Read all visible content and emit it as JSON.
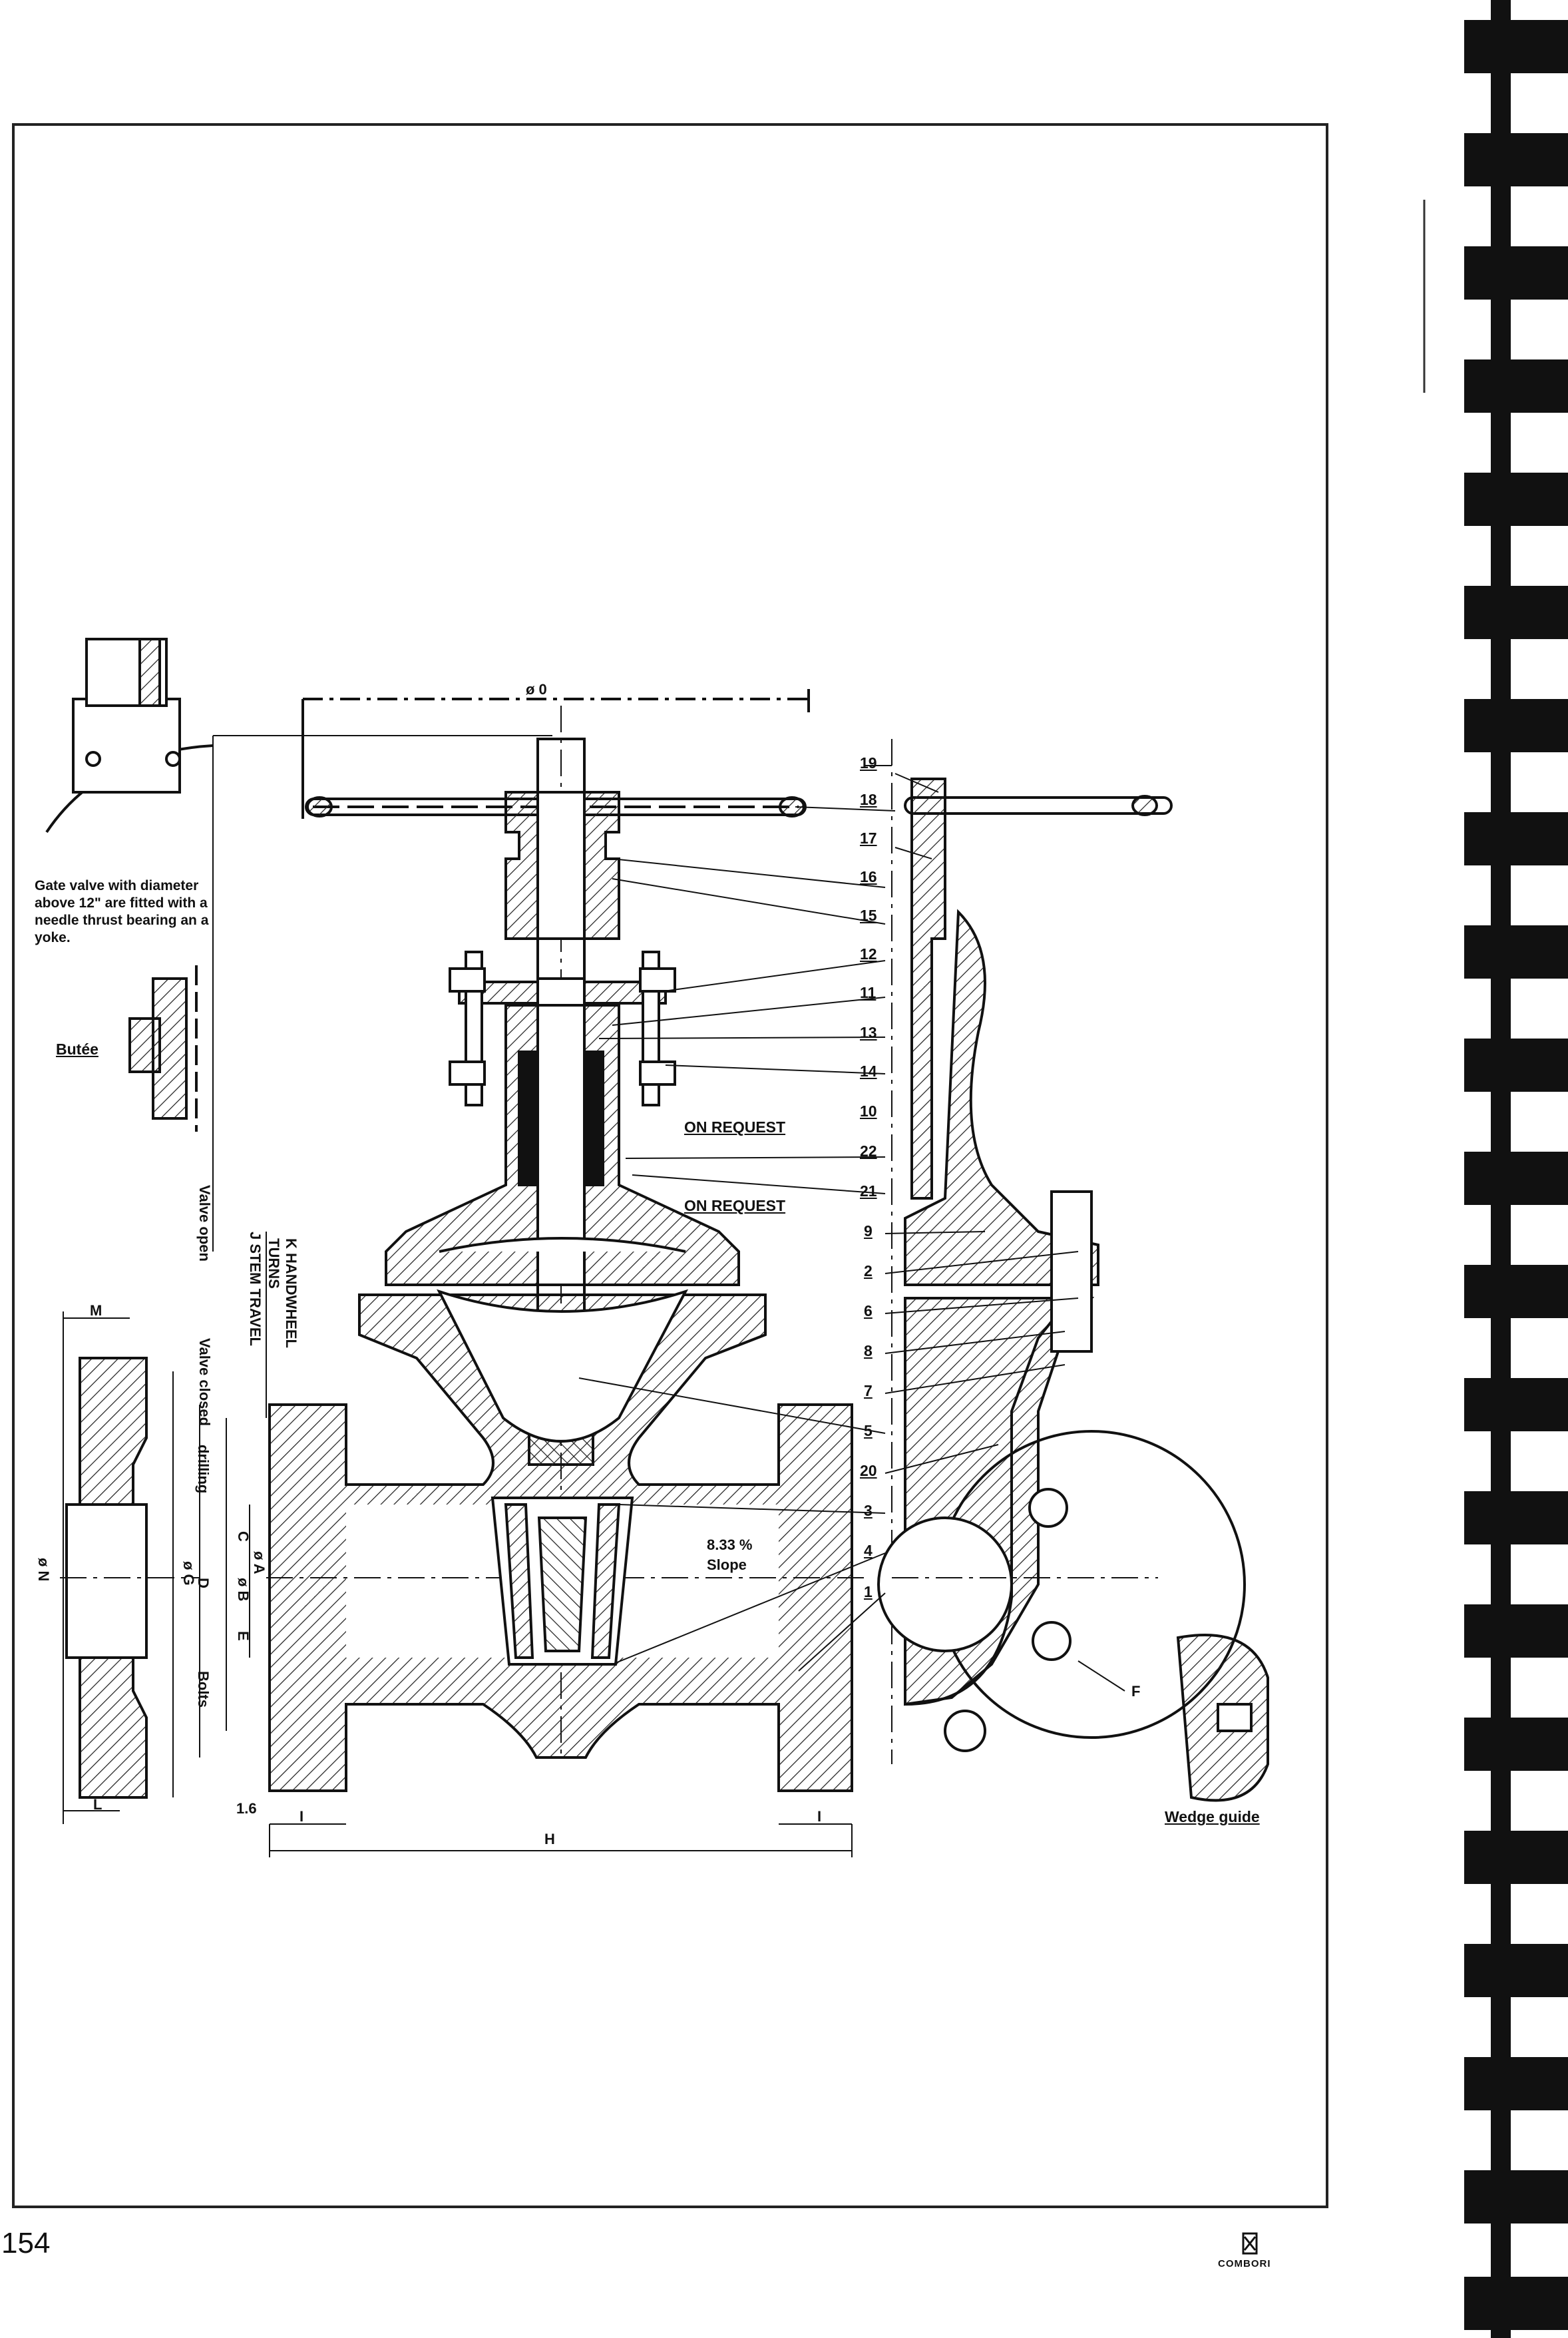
{
  "page": {
    "number": "154",
    "logo_text": "COMBORI"
  },
  "notes": {
    "needle_bearing": "Gate valve with diameter above 12\" are fitted with a needle thrust bearing an a yoke.",
    "butee": "Butée",
    "on_request_1": "ON REQUEST",
    "on_request_2": "ON REQUEST",
    "slope_value": "8.33 %",
    "slope_word": "Slope",
    "wedge_guide": "Wedge guide"
  },
  "dimensions": {
    "o": "ø 0",
    "valve_open": "Valve open",
    "valve_closed": "Valve closed",
    "k_handwheel": "K HANDWHEEL",
    "turns": "TURNS",
    "j_stem": "J STEM TRAVEL",
    "drilling": "drilling",
    "c": "C",
    "d": "D",
    "e": "E",
    "bolts": "Bolts",
    "phi_a": "ø A",
    "phi_b": "ø B",
    "phi_n": "ø N",
    "phi_g": "ø G",
    "m": "M",
    "l": "L",
    "h": "H",
    "i_left": "I",
    "i_right": "I",
    "v16": "1.6",
    "f": "F"
  },
  "part_numbers": [
    "19",
    "18",
    "17",
    "16",
    "15",
    "12",
    "11",
    "13",
    "14",
    "10",
    "22",
    "21",
    "9",
    "2",
    "6",
    "8",
    "7",
    "5",
    "20",
    "3",
    "4",
    "1"
  ],
  "colors": {
    "ink": "#111111",
    "hatch": "#222222",
    "paper": "#ffffff"
  }
}
